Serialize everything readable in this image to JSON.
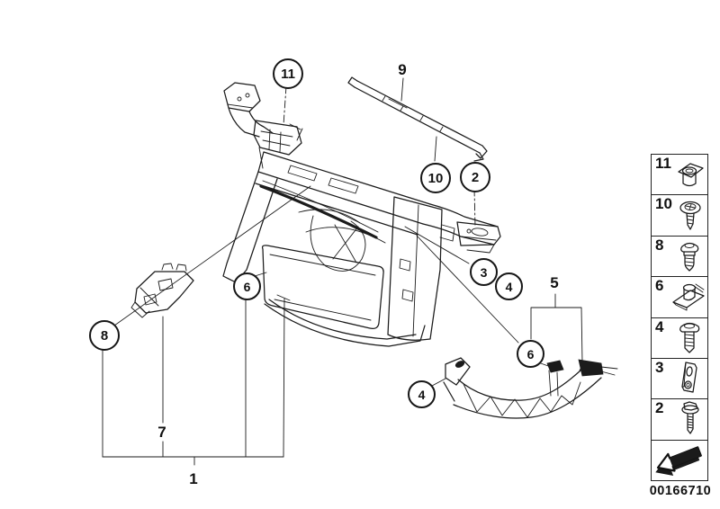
{
  "diagram": {
    "number": "00166710",
    "title_hint": "front panel parts diagram"
  },
  "colors": {
    "line": "#1b1b1b",
    "background": "#ffffff"
  },
  "callouts": [
    {
      "id": "c11",
      "label": "11",
      "style": "circle"
    },
    {
      "id": "c9",
      "label": "9",
      "style": "plain"
    },
    {
      "id": "c10",
      "label": "10",
      "style": "circle"
    },
    {
      "id": "c2",
      "label": "2",
      "style": "circle"
    },
    {
      "id": "c3",
      "label": "3",
      "style": "circle"
    },
    {
      "id": "c4r",
      "label": "4",
      "style": "circle"
    },
    {
      "id": "c5",
      "label": "5",
      "style": "plain"
    },
    {
      "id": "c6r",
      "label": "6",
      "style": "circle"
    },
    {
      "id": "c4l",
      "label": "4",
      "style": "circle"
    },
    {
      "id": "c8",
      "label": "8",
      "style": "circle"
    },
    {
      "id": "c6l",
      "label": "6",
      "style": "circle"
    },
    {
      "id": "c7",
      "label": "7",
      "style": "plain"
    },
    {
      "id": "c1",
      "label": "1",
      "style": "plain"
    }
  ],
  "sidebar": {
    "items": [
      {
        "label": "11",
        "icon": "grommet-nut-icon"
      },
      {
        "label": "10",
        "icon": "tapping-screw-icon"
      },
      {
        "label": "8",
        "icon": "torx-bolt-icon"
      },
      {
        "label": "6",
        "icon": "clip-nut-icon"
      },
      {
        "label": "4",
        "icon": "hex-bolt-icon"
      },
      {
        "label": "3",
        "icon": "slot-nut-icon"
      },
      {
        "label": "2",
        "icon": "washer-screw-icon"
      },
      {
        "label": "",
        "icon": "direction-arrow-icon"
      }
    ]
  }
}
